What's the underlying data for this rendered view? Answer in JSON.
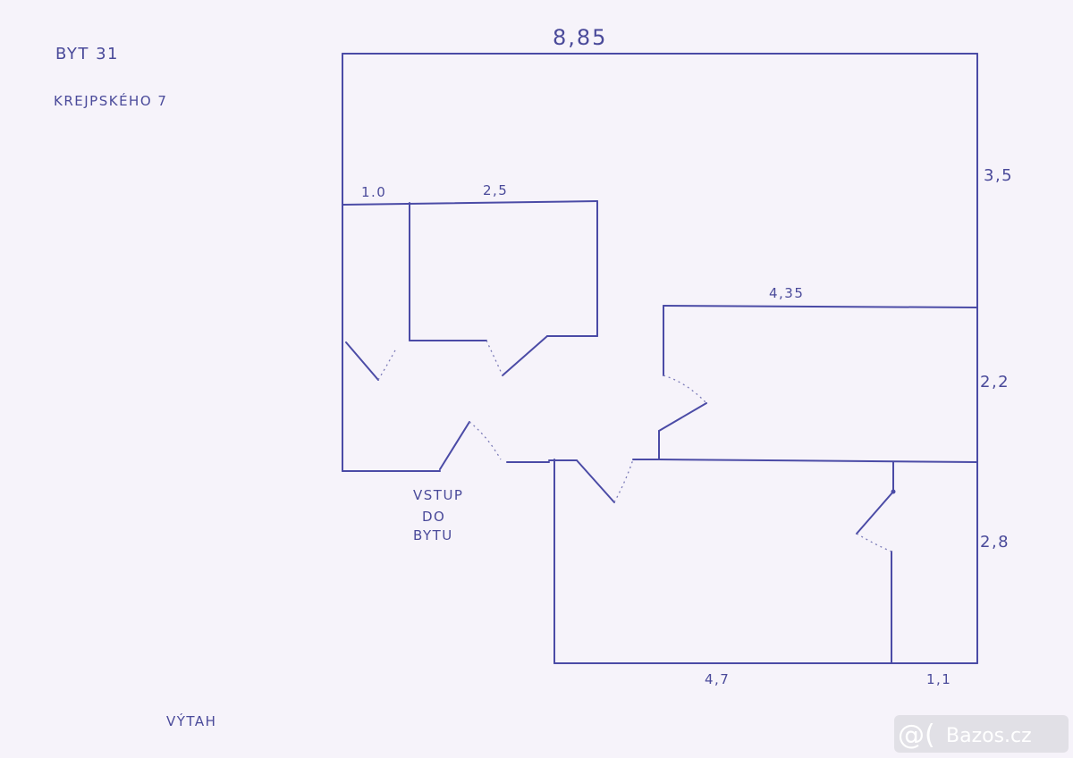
{
  "notes": {
    "apartment": "BYT 31",
    "street": "KREJPSKÉHO 7",
    "entrance_line1": "VSTUP",
    "entrance_line2": "DO",
    "entrance_line3": "BYTU",
    "elevator": "VÝTAH"
  },
  "dimensions": {
    "top_width": "8,85",
    "right_top": "3,5",
    "left_room_a": "1.0",
    "left_room_b": "2,5",
    "middle_room": "4,35",
    "right_middle": "2,2",
    "right_bottom": "2,8",
    "bottom_main": "4,7",
    "bottom_small": "1,1"
  },
  "watermark": {
    "at_symbol": "@(",
    "text": "Bazos.cz"
  },
  "colors": {
    "ink": "#4b4ba6",
    "paper": "#f6f3fa",
    "watermark": "#cfd0d6"
  }
}
